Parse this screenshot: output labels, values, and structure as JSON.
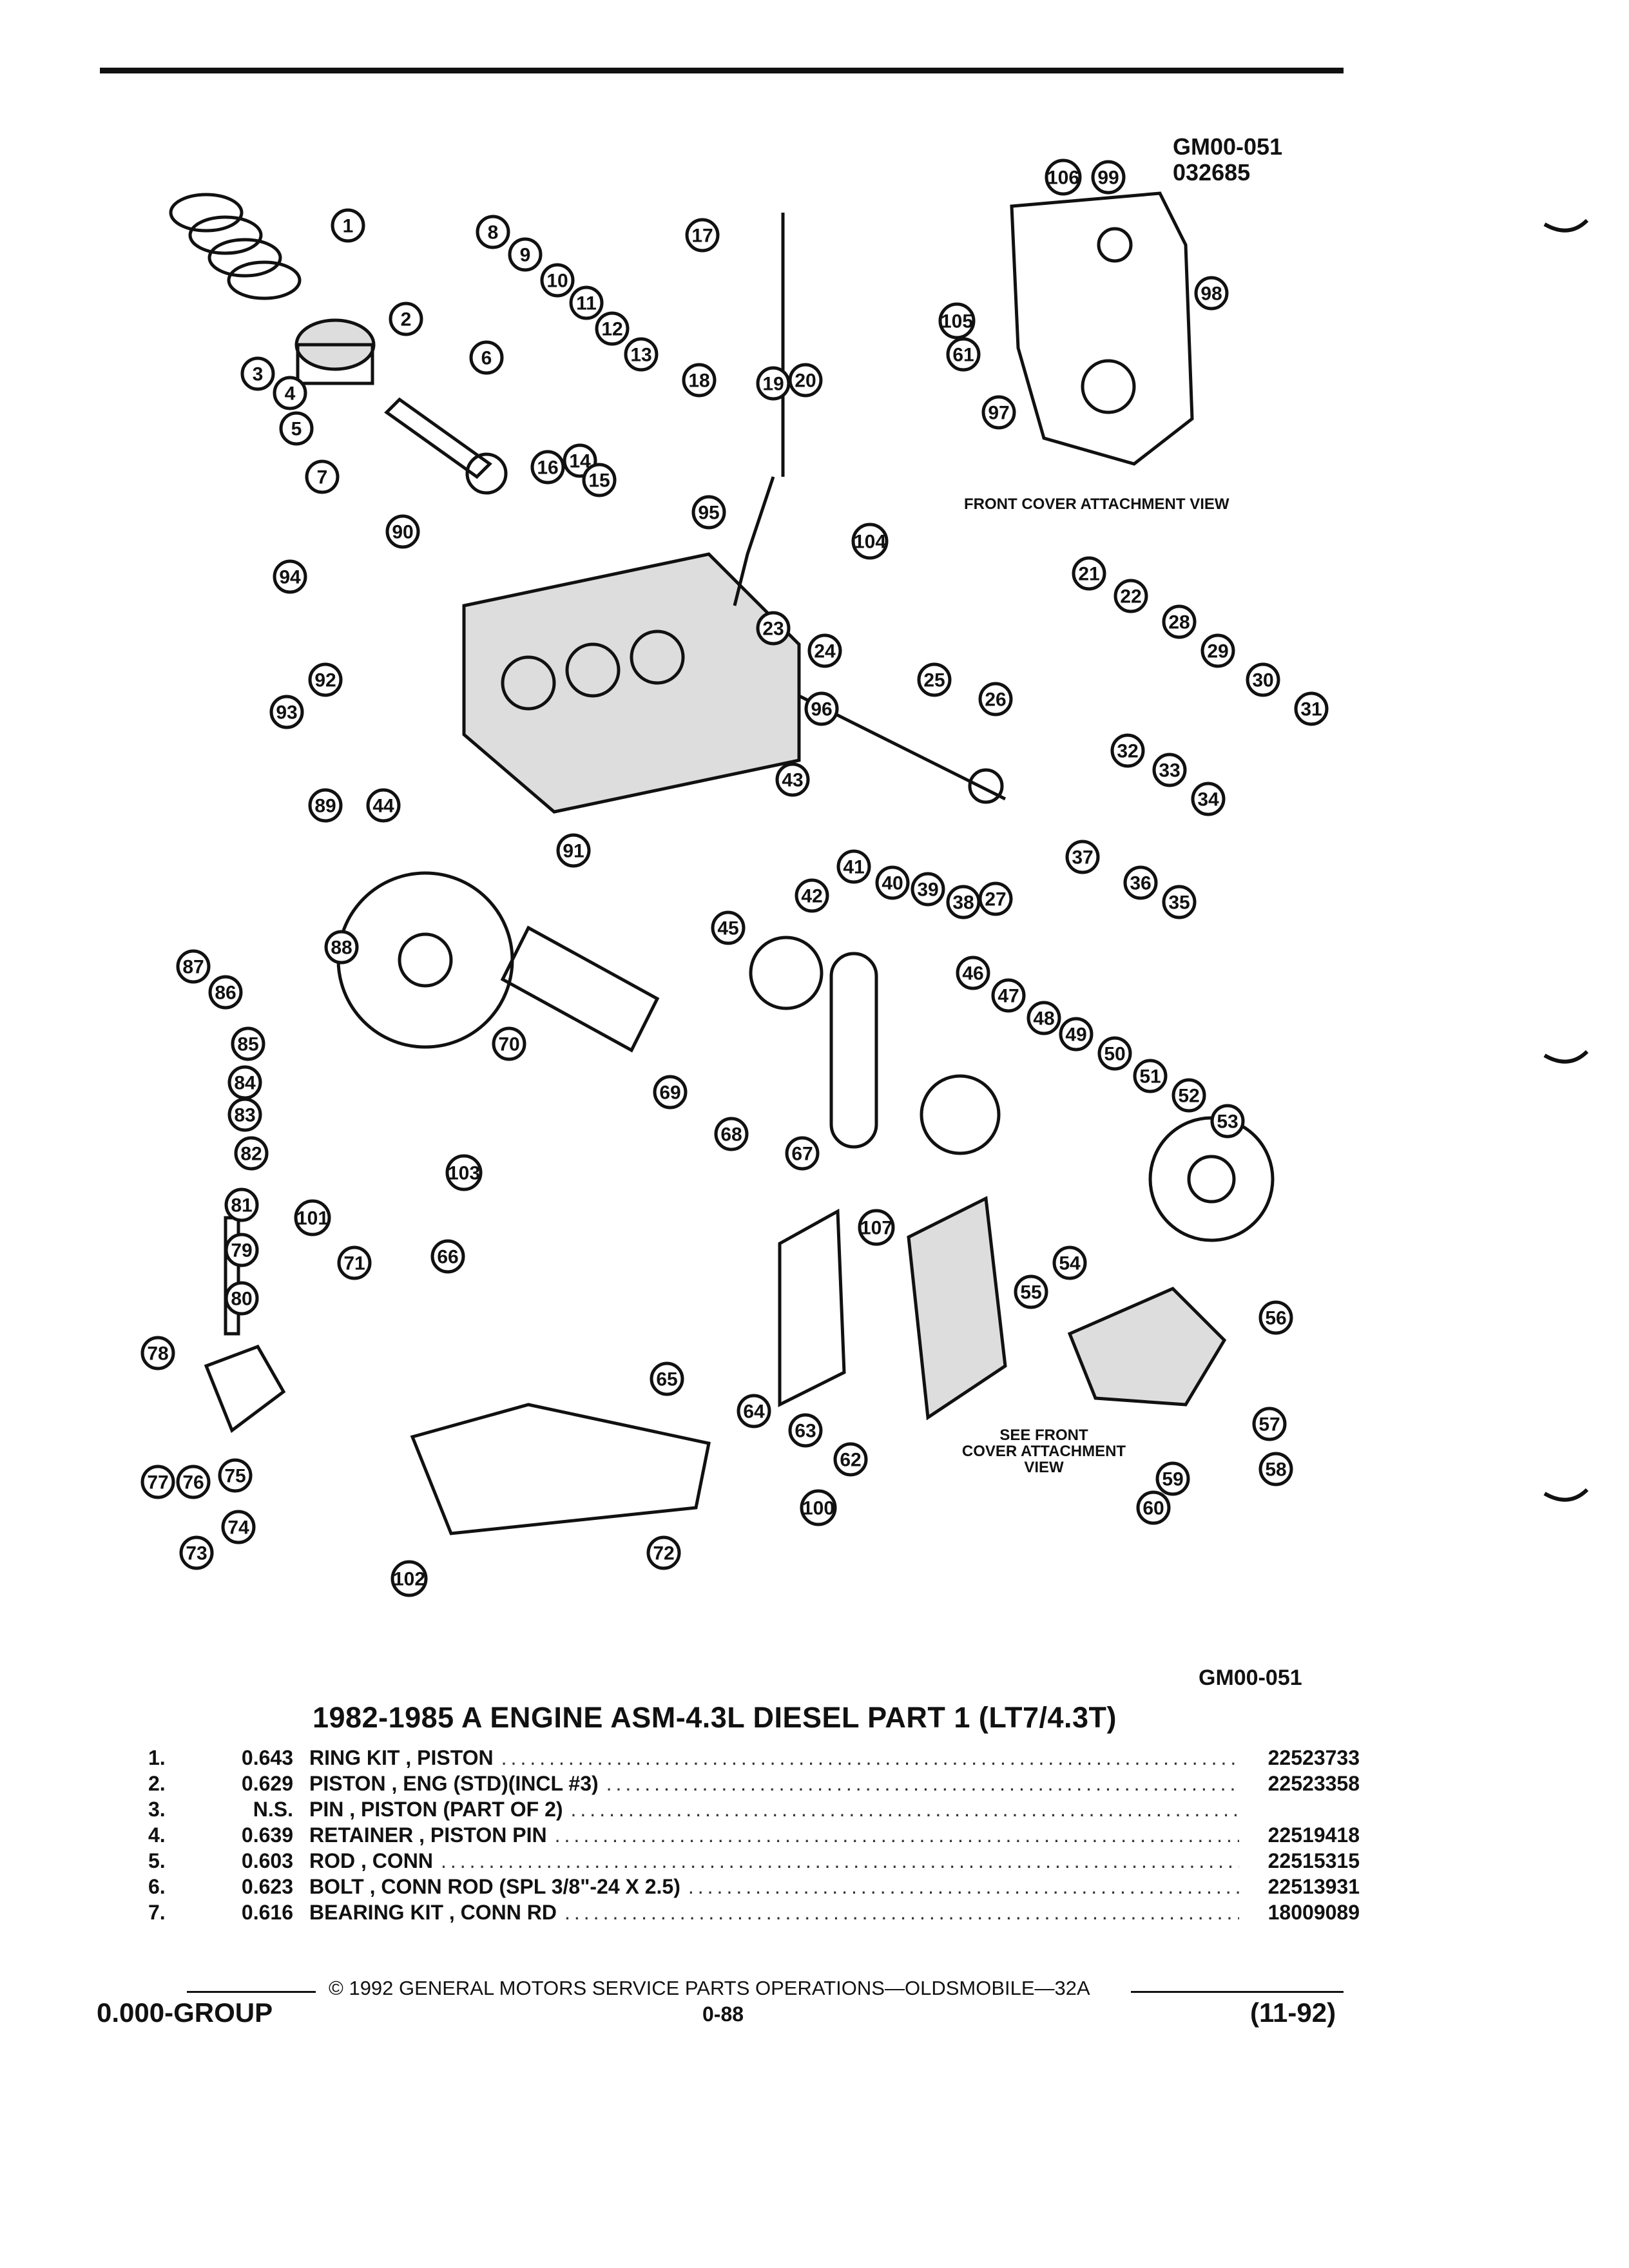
{
  "figure": {
    "id_top": "GM00-051",
    "code_top": "032685",
    "id_bottom": "GM00-051",
    "front_cover_caption": "FRONT COVER ATTACHMENT VIEW",
    "see_front_note": [
      "SEE FRONT",
      "COVER ATTACHMENT",
      "VIEW"
    ],
    "callouts": [
      "1",
      "2",
      "3",
      "4",
      "5",
      "6",
      "7",
      "8",
      "9",
      "10",
      "11",
      "12",
      "13",
      "14",
      "15",
      "16",
      "17",
      "18",
      "19",
      "20",
      "21",
      "22",
      "23",
      "24",
      "25",
      "26",
      "27",
      "28",
      "29",
      "30",
      "31",
      "32",
      "33",
      "34",
      "35",
      "36",
      "37",
      "38",
      "39",
      "40",
      "41",
      "42",
      "43",
      "44",
      "45",
      "46",
      "47",
      "48",
      "49",
      "50",
      "51",
      "52",
      "53",
      "54",
      "55",
      "56",
      "57",
      "58",
      "59",
      "60",
      "61",
      "62",
      "63",
      "64",
      "65",
      "66",
      "67",
      "68",
      "69",
      "70",
      "71",
      "72",
      "73",
      "74",
      "75",
      "76",
      "77",
      "78",
      "79",
      "80",
      "81",
      "82",
      "83",
      "84",
      "85",
      "86",
      "87",
      "88",
      "89",
      "90",
      "91",
      "92",
      "93",
      "94",
      "95",
      "96",
      "97",
      "98",
      "99",
      "100",
      "101",
      "102",
      "103",
      "104",
      "105",
      "106",
      "107"
    ]
  },
  "title": "1982-1985 A ENGINE ASM-4.3L DIESEL PART 1 (LT7/4.3T)",
  "parts": [
    {
      "num": "1.",
      "ref": "0.643",
      "desc": "RING KIT , PISTON",
      "pn": "22523733"
    },
    {
      "num": "2.",
      "ref": "0.629",
      "desc": "PISTON , ENG (STD)(INCL #3)",
      "pn": "22523358"
    },
    {
      "num": "3.",
      "ref": "N.S.",
      "desc": "PIN , PISTON (PART OF 2)",
      "pn": ""
    },
    {
      "num": "4.",
      "ref": "0.639",
      "desc": "RETAINER , PISTON PIN",
      "pn": "22519418"
    },
    {
      "num": "5.",
      "ref": "0.603",
      "desc": "ROD , CONN",
      "pn": "22515315"
    },
    {
      "num": "6.",
      "ref": "0.623",
      "desc": "BOLT , CONN ROD (SPL 3/8\"-24 X 2.5)",
      "pn": "22513931"
    },
    {
      "num": "7.",
      "ref": "0.616",
      "desc": "BEARING KIT , CONN RD",
      "pn": "18009089"
    }
  ],
  "footer": {
    "copyright": "© 1992 GENERAL MOTORS SERVICE PARTS OPERATIONS—OLDSMOBILE—32A",
    "group": "0.000-GROUP",
    "page": "0-88",
    "date": "(11-92)"
  }
}
